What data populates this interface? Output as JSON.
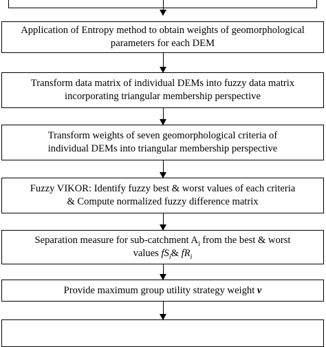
{
  "flowchart": {
    "boxes": [
      {
        "line1": "Application of Entropy method to obtain weights of geomorphological",
        "line2": "parameters for each DEM"
      },
      {
        "line1": "Transform data matrix of individual DEMs into fuzzy data matrix",
        "line2": "incorporating triangular membership perspective"
      },
      {
        "line1": "Transform weights of seven geomorphological criteria of",
        "line2": "individual DEMs into triangular membership perspective"
      },
      {
        "line1": "Fuzzy VIKOR: Identify fuzzy best & worst values of each criteria",
        "line2": "& Compute normalized fuzzy difference matrix"
      },
      {
        "line1_prefix": "Separation measure for sub-catchment A",
        "line1_sub": "i",
        "line1_suffix": " from the best & worst",
        "line2_prefix": "values ",
        "line2_s": "fS",
        "line2_s_sub": "i",
        "line2_amp": "& ",
        "line2_r": "fR",
        "line2_r_sub": "i"
      },
      {
        "line1_prefix": "Provide maximum group utility strategy weight ",
        "line1_var": "v"
      }
    ]
  }
}
